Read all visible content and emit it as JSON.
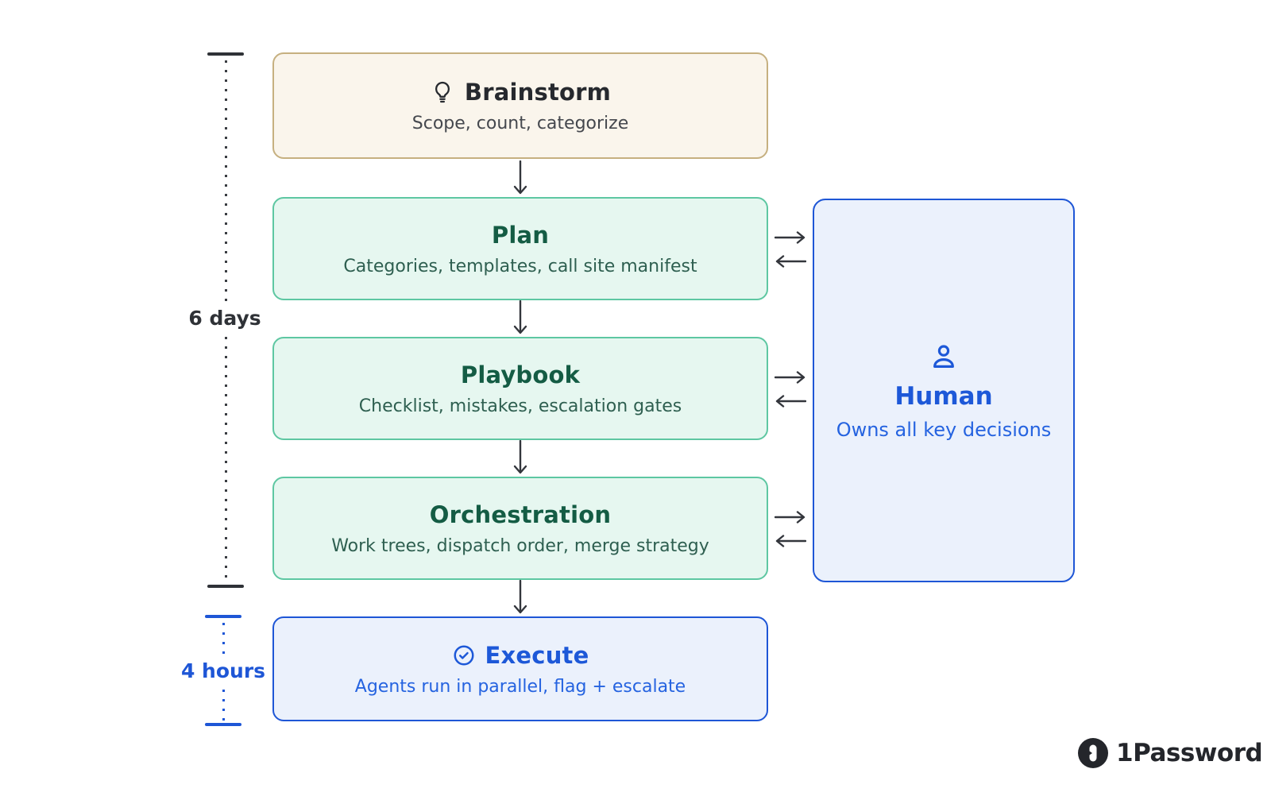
{
  "timeline": {
    "phase1": {
      "label": "6 days"
    },
    "phase2": {
      "label": "4 hours"
    }
  },
  "flow": {
    "steps": [
      {
        "title": "Brainstorm",
        "subtitle": "Scope, count, categorize",
        "icon": "lightbulb-icon",
        "theme": "cream"
      },
      {
        "title": "Plan",
        "subtitle": "Categories, templates, call site manifest",
        "icon": null,
        "theme": "green"
      },
      {
        "title": "Playbook",
        "subtitle": "Checklist, mistakes, escalation gates",
        "icon": null,
        "theme": "green"
      },
      {
        "title": "Orchestration",
        "subtitle": "Work trees, dispatch order, merge strategy",
        "icon": null,
        "theme": "green"
      },
      {
        "title": "Execute",
        "subtitle": "Agents run in parallel, flag + escalate",
        "icon": "check-circle-icon",
        "theme": "blue"
      }
    ]
  },
  "human_panel": {
    "title": "Human",
    "subtitle": "Owns all key decisions",
    "icon": "person-icon"
  },
  "branding": {
    "logo_text": "1Password",
    "logo_icon": "keyhole-icon"
  },
  "colors": {
    "cream_bg": "#faf5ec",
    "cream_border": "#c6b080",
    "green_bg": "#e6f7f0",
    "green_border": "#5ec7a2",
    "green_title": "#145c44",
    "green_subtitle": "#2e5f50",
    "blue_bg": "#ebf1fc",
    "blue_border": "#1e56d6",
    "blue_text": "#1d58d8",
    "arrow": "#33363c",
    "dark_text": "#2f3237"
  }
}
